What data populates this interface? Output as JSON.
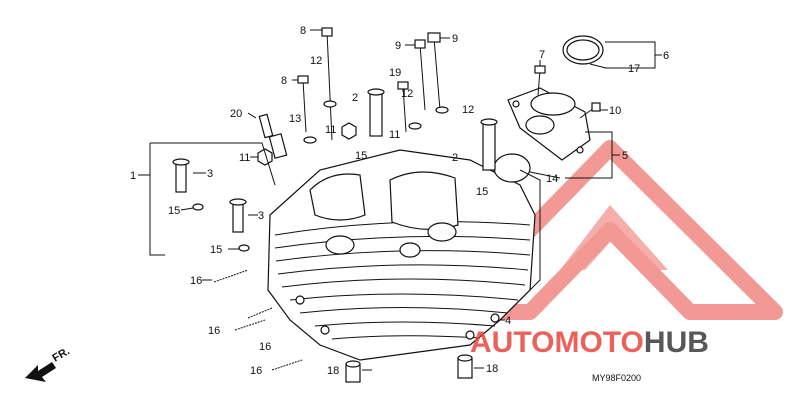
{
  "diagram": {
    "drawing_code": "MY98F0200",
    "direction_label": "FR.",
    "callouts": [
      {
        "id": "c1",
        "text": "1"
      },
      {
        "id": "c2a",
        "text": "2"
      },
      {
        "id": "c2b",
        "text": "2"
      },
      {
        "id": "c3a",
        "text": "3"
      },
      {
        "id": "c3b",
        "text": "3"
      },
      {
        "id": "c4",
        "text": "4"
      },
      {
        "id": "c5",
        "text": "5"
      },
      {
        "id": "c6",
        "text": "6"
      },
      {
        "id": "c7",
        "text": "7"
      },
      {
        "id": "c8a",
        "text": "8"
      },
      {
        "id": "c8b",
        "text": "8"
      },
      {
        "id": "c9a",
        "text": "9"
      },
      {
        "id": "c9b",
        "text": "9"
      },
      {
        "id": "c10",
        "text": "10"
      },
      {
        "id": "c11a",
        "text": "11"
      },
      {
        "id": "c11b",
        "text": "11"
      },
      {
        "id": "c11c",
        "text": "11"
      },
      {
        "id": "c12a",
        "text": "12"
      },
      {
        "id": "c12b",
        "text": "12"
      },
      {
        "id": "c12c",
        "text": "12"
      },
      {
        "id": "c13",
        "text": "13"
      },
      {
        "id": "c14",
        "text": "14"
      },
      {
        "id": "c15a",
        "text": "15"
      },
      {
        "id": "c15b",
        "text": "15"
      },
      {
        "id": "c15c",
        "text": "15"
      },
      {
        "id": "c15d",
        "text": "15"
      },
      {
        "id": "c16a",
        "text": "16"
      },
      {
        "id": "c16b",
        "text": "16"
      },
      {
        "id": "c16c",
        "text": "16"
      },
      {
        "id": "c16d",
        "text": "16"
      },
      {
        "id": "c17",
        "text": "17"
      },
      {
        "id": "c18a",
        "text": "18"
      },
      {
        "id": "c18b",
        "text": "18"
      },
      {
        "id": "c19",
        "text": "19"
      },
      {
        "id": "c20",
        "text": "20"
      }
    ]
  },
  "watermark": {
    "brand_auto": "AUTO",
    "brand_moto": "MOTO",
    "brand_hub": "HUB",
    "color_primary": "#e8463f",
    "color_dark": "#3a3a3a"
  }
}
